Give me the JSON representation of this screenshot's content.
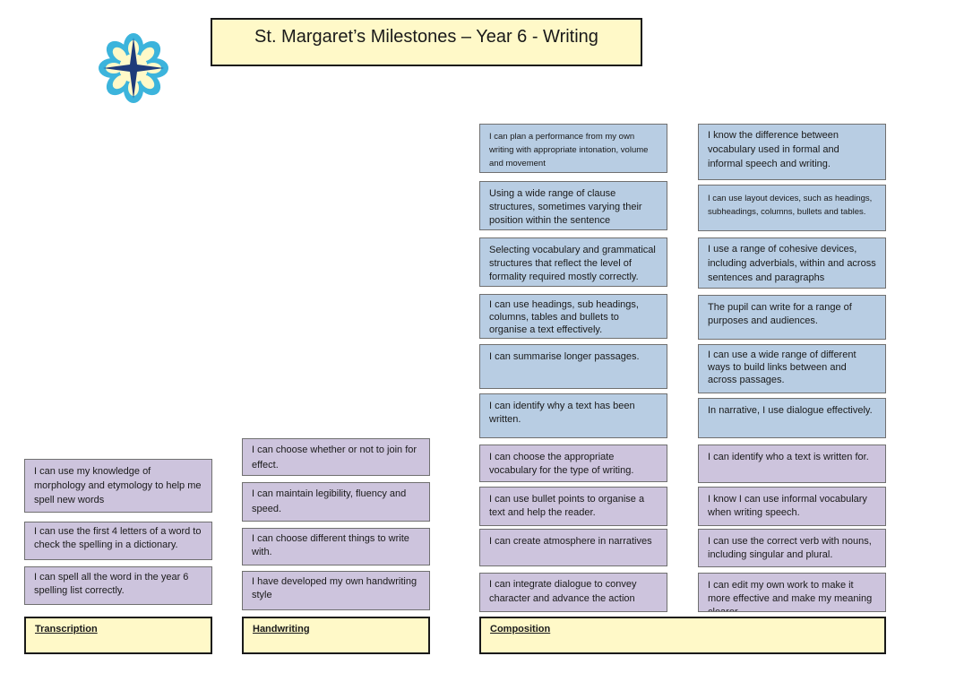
{
  "header": {
    "title": "St. Margaret’s Milestones – Year 6 - Writing"
  },
  "logo": {
    "icon": "flower-cross-logo",
    "colors": {
      "petals": "#3cb4dc",
      "center": "#fff9c8",
      "cross": "#1f3b7a"
    }
  },
  "composition_left": [
    "I can plan a performance from my own writing with appropriate intonation, volume and movement",
    "Using a wide range of clause structures, sometimes varying their position within the sentence",
    "Selecting vocabulary and grammatical structures that reflect the level of formality required mostly correctly.",
    "I can use headings, sub headings, columns, tables and bullets to organise a text effectively.",
    "I can summarise longer passages.",
    "I can identify why a text has been written.",
    "I can choose the appropriate vocabulary for the type of writing.",
    "I can use bullet points to organise a text and help the reader.",
    "I can create atmosphere in narratives",
    "I can integrate dialogue to convey character and advance the action"
  ],
  "composition_right": [
    "I know the difference between vocabulary used in  formal and informal speech and writing.",
    "I can use layout devices, such as headings, subheadings, columns, bullets and tables.",
    "I use a range of cohesive devices, including adverbials, within and across sentences and paragraphs",
    "The pupil can write for a range of purposes and audiences.",
    "I can use a wide range of different ways to build links between and across passages.",
    "In narrative, I use dialogue effectively.",
    "I can identify who a text is written for.",
    "I know I can use informal vocabulary when writing speech.",
    "I can use the correct verb with nouns, including singular and plural.",
    "I can edit my own work to make it more effective and make my meaning clearer."
  ],
  "handwriting": [
    "I can choose whether or not to join for effect.",
    "I can maintain legibility, fluency and speed.",
    "I can choose different things to write with.",
    "I have developed my own handwriting style"
  ],
  "transcription": [
    "I can use my knowledge of morphology and etymology to help me spell new words",
    "I can use the first 4 letters of a word to check the spelling in a dictionary.",
    "I can spell all the word in the year 6 spelling list correctly."
  ],
  "labels": {
    "transcription": "Transcription",
    "handwriting": "Handwriting",
    "composition": "Composition"
  },
  "colors": {
    "blue_card": "#b8cde3",
    "purple_card": "#cdc4dd",
    "label_bg": "#fff9c8"
  }
}
